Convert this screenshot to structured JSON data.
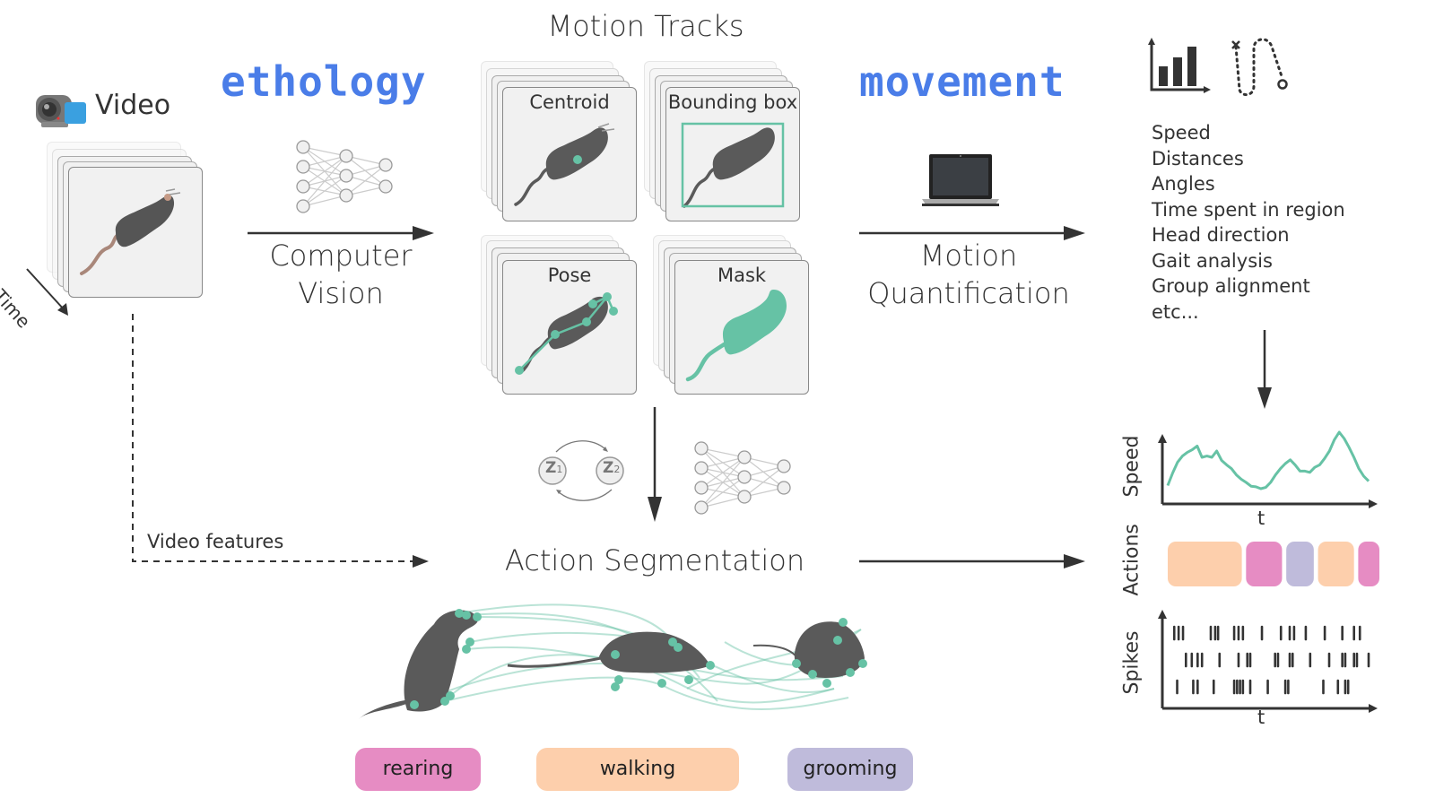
{
  "video": {
    "label": "Video",
    "time_label": "Time",
    "icon": "video-camera-icon"
  },
  "ethology": {
    "brand": "ethology",
    "step_line1": "Computer",
    "step_line2": "Vision",
    "icon": "neural-network-icon"
  },
  "motion_tracks": {
    "title": "Motion Tracks",
    "cards": [
      {
        "label": "Centroid"
      },
      {
        "label": "Bounding box"
      },
      {
        "label": "Pose"
      },
      {
        "label": "Mask"
      }
    ]
  },
  "movement": {
    "brand": "movement",
    "step_line1": "Motion",
    "step_line2": "Quantification",
    "icon": "laptop-icon"
  },
  "metrics": {
    "icons": [
      "bar-chart-icon",
      "trajectory-icon"
    ],
    "items": [
      "Speed",
      "Distances",
      "Angles",
      "Time spent in region",
      "Head direction",
      "Gait analysis",
      "Group alignment",
      "etc..."
    ]
  },
  "segmentation": {
    "title": "Action Segmentation",
    "video_features_label": "Video features",
    "hmm_states": [
      "Z",
      "Z"
    ],
    "hmm_subscripts": [
      "1",
      "2"
    ]
  },
  "actions": [
    {
      "label": "rearing",
      "color": "#e68cc3"
    },
    {
      "label": "walking",
      "color": "#fdcfac"
    },
    {
      "label": "grooming",
      "color": "#bfbbdb"
    }
  ],
  "colors": {
    "accent_green": "#66c2a5",
    "brand_blue": "#4a7de8",
    "dark": "#333333"
  },
  "chart_data": [
    {
      "type": "line",
      "ylabel": "Speed",
      "xlabel": "t",
      "series": [
        {
          "name": "Speed",
          "values": [
            0.15,
            0.35,
            0.52,
            0.62,
            0.68,
            0.72,
            0.78,
            0.6,
            0.62,
            0.6,
            0.7,
            0.55,
            0.48,
            0.42,
            0.32,
            0.25,
            0.2,
            0.14,
            0.13,
            0.1,
            0.12,
            0.2,
            0.32,
            0.42,
            0.5,
            0.56,
            0.48,
            0.38,
            0.38,
            0.36,
            0.44,
            0.48,
            0.58,
            0.7,
            0.88,
            1.0,
            0.9,
            0.76,
            0.6,
            0.42,
            0.3,
            0.22
          ]
        }
      ]
    },
    {
      "type": "bar",
      "ylabel": "Actions",
      "segments": [
        {
          "action": "walking",
          "start": 0.0,
          "end": 0.35
        },
        {
          "action": "rearing",
          "start": 0.37,
          "end": 0.54
        },
        {
          "action": "grooming",
          "start": 0.56,
          "end": 0.69
        },
        {
          "action": "walking",
          "start": 0.71,
          "end": 0.88
        },
        {
          "action": "rearing",
          "start": 0.9,
          "end": 1.0
        }
      ]
    },
    {
      "type": "scatter",
      "ylabel": "Spikes",
      "xlabel": "t",
      "rows": [
        [
          0.02,
          0.05,
          0.08,
          0.27,
          0.3,
          0.32,
          0.43,
          0.46,
          0.49,
          0.62,
          0.75,
          0.81,
          0.84,
          0.92,
          1.05,
          1.17,
          1.25,
          1.29
        ],
        [
          0.1,
          0.14,
          0.18,
          0.21,
          0.33,
          0.46,
          0.52,
          0.54,
          0.71,
          0.73,
          0.81,
          0.83,
          0.95,
          1.08,
          1.17,
          1.19,
          1.25,
          1.27,
          1.35
        ],
        [
          0.04,
          0.15,
          0.18,
          0.29,
          0.43,
          0.45,
          0.47,
          0.49,
          0.54,
          0.66,
          0.78,
          0.8,
          1.04,
          1.14,
          1.19,
          1.21
        ]
      ]
    }
  ]
}
